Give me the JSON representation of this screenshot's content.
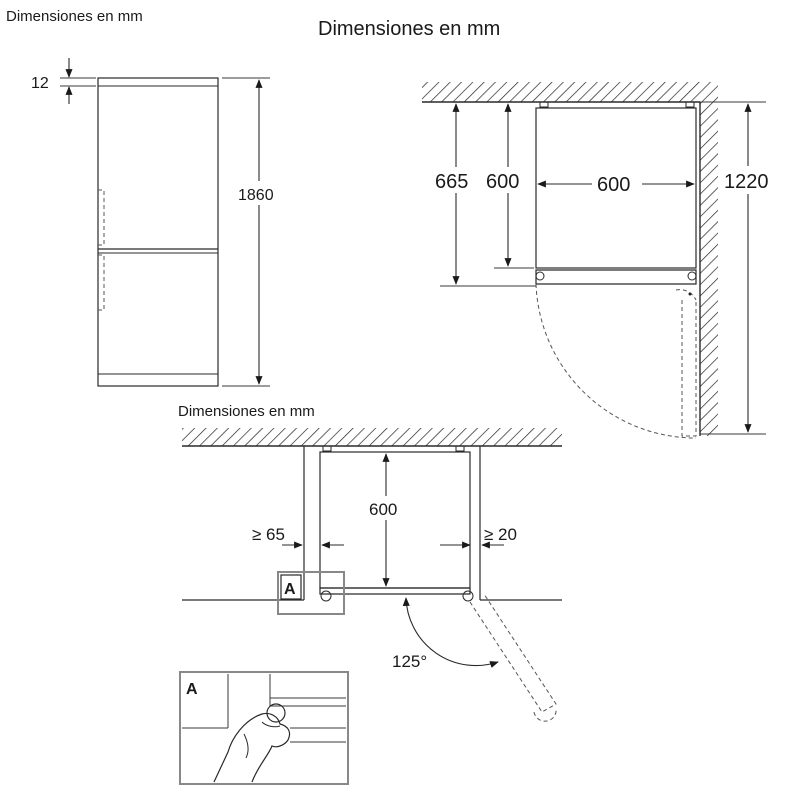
{
  "header": {
    "top_left_title": "Dimensiones en mm",
    "main_title": "Dimensiones en mm",
    "bottom_title": "Dimensiones en mm"
  },
  "front_view": {
    "dim_top_gap": "12",
    "dim_height": "1860"
  },
  "top_view": {
    "dim_depth_total": "665",
    "dim_depth_body": "600",
    "dim_width": "600",
    "dim_door_clearance": "1220"
  },
  "niche_view": {
    "dim_depth": "600",
    "dim_left_gap": "≥ 65",
    "dim_right_gap": "≥ 20",
    "door_angle": "125°",
    "callout_label": "A"
  },
  "detail": {
    "label": "A"
  }
}
